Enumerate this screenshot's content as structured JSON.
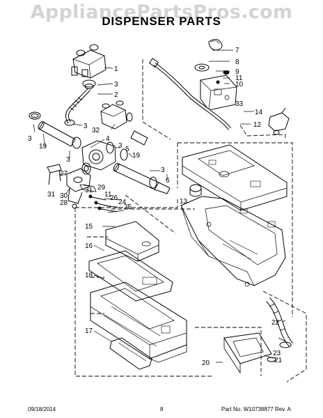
{
  "watermark": "AppliancePartsPros.com",
  "title": "DISPENSER PARTS",
  "callouts": [
    "1",
    "2",
    "3",
    "3",
    "3",
    "3",
    "3",
    "3",
    "4",
    "5",
    "6",
    "7",
    "8",
    "9",
    "10",
    "11",
    "11",
    "12",
    "13",
    "14",
    "15",
    "16",
    "17",
    "18",
    "19",
    "19",
    "20",
    "21",
    "22",
    "23",
    "24",
    "25",
    "26",
    "27",
    "28",
    "29",
    "30",
    "31",
    "31",
    "32",
    "33"
  ],
  "footer": {
    "date": "09/18/2014",
    "page": "8",
    "part": "Part No.  W10738877  Rev.  A"
  }
}
